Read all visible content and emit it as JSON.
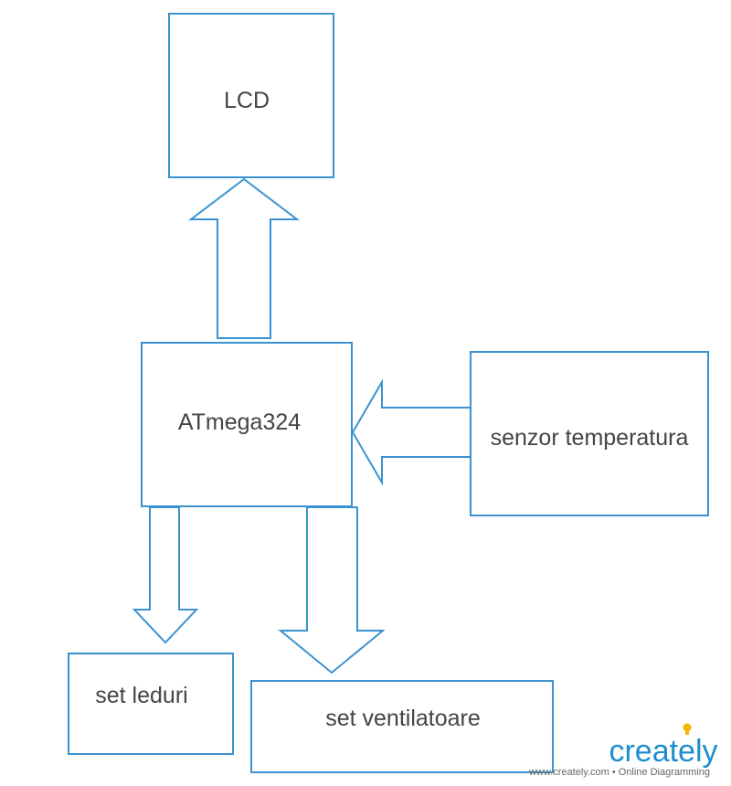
{
  "diagram": {
    "nodes": {
      "lcd": "LCD",
      "mcu": "ATmega324",
      "sensor": "senzor temperatura",
      "leds": "set leduri",
      "fans": "set ventilatoare"
    }
  },
  "watermark": {
    "brand": "creately",
    "tagline": "www.creately.com • Online Diagramming"
  },
  "colors": {
    "stroke": "#3a93d0",
    "text": "#444444",
    "brand_blue": "#1d8fcf",
    "brand_bulb": "#f4b400"
  }
}
